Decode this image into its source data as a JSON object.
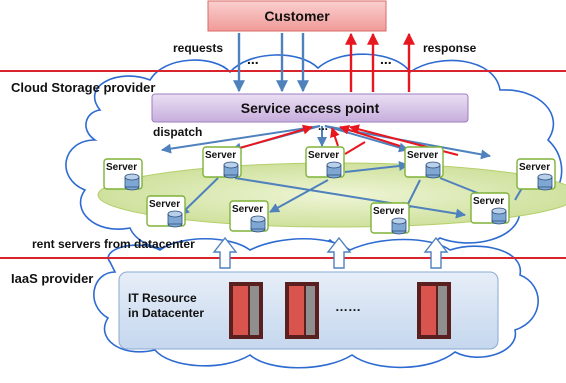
{
  "customer": {
    "label": "Customer"
  },
  "labels": {
    "requests": "requests",
    "response": "response",
    "ellipsis_top": "...",
    "ellipsis_dispatch": "...",
    "ellipsis_servers": "……",
    "cloud_storage_provider": "Cloud Storage provider",
    "dispatch": "dispatch",
    "rent_servers": "rent servers from datacenter",
    "iaas_provider": "IaaS provider"
  },
  "service_access_point": {
    "label": "Service access point"
  },
  "it_resource": {
    "line1": "IT Resource",
    "line2": "in Datacenter"
  },
  "server_label": "Server",
  "servers": [
    "Server",
    "Server",
    "Server",
    "Server",
    "Server",
    "Server",
    "Server",
    "Server",
    "Server",
    "Server"
  ],
  "colors": {
    "customer_fill": "#f4b5b3",
    "provider_line": "#d9232d",
    "sap_fill": "#d6c3e6",
    "ellipse_fill": "#dbe8b2",
    "server_border": "#7fb239",
    "db_fill": "#7fa7d3",
    "request_arrow": "#4f81bd",
    "response_arrow": "#e8161e",
    "it_box_fill": "#d7e4f4",
    "rack_color": "#c0392b"
  }
}
